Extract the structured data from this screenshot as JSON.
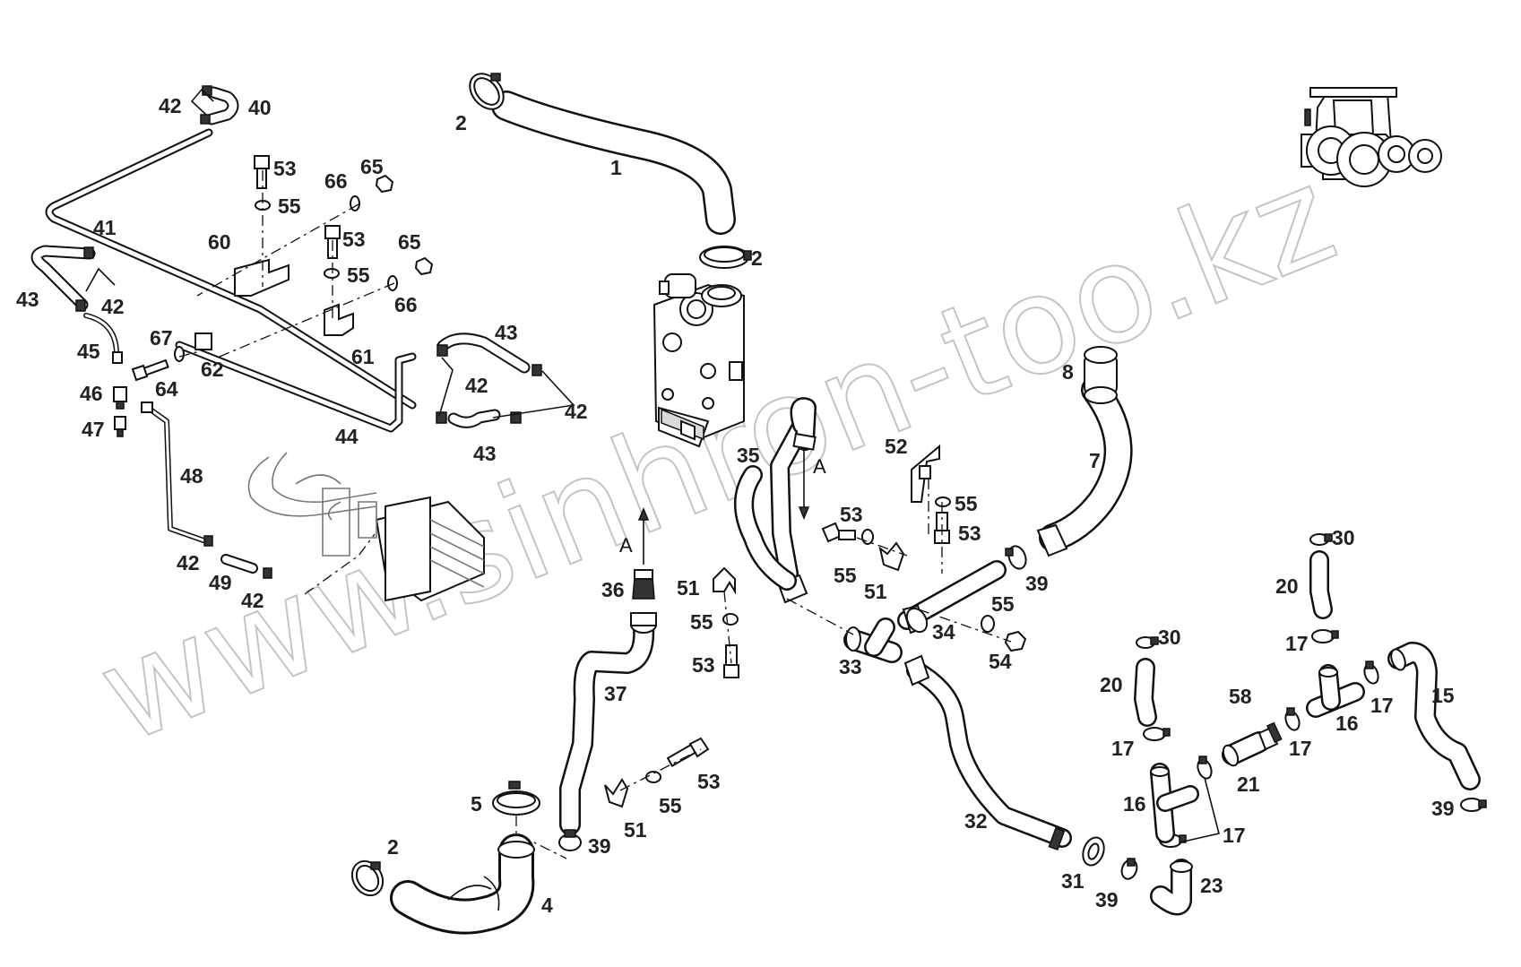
{
  "labels": [
    {
      "key": "l42a",
      "text": "42"
    },
    {
      "key": "l40",
      "text": "40"
    },
    {
      "key": "l53a",
      "text": "53"
    },
    {
      "key": "l55a",
      "text": "55"
    },
    {
      "key": "l66a",
      "text": "66"
    },
    {
      "key": "l65a",
      "text": "65"
    },
    {
      "key": "l53b",
      "text": "53"
    },
    {
      "key": "l55b",
      "text": "55"
    },
    {
      "key": "l65b",
      "text": "65"
    },
    {
      "key": "l66b",
      "text": "66"
    },
    {
      "key": "l41",
      "text": "41"
    },
    {
      "key": "l60",
      "text": "60"
    },
    {
      "key": "l61",
      "text": "61"
    },
    {
      "key": "l43a",
      "text": "43"
    },
    {
      "key": "l42b",
      "text": "42"
    },
    {
      "key": "l45",
      "text": "45"
    },
    {
      "key": "l67",
      "text": "67"
    },
    {
      "key": "l62",
      "text": "62"
    },
    {
      "key": "l46",
      "text": "46"
    },
    {
      "key": "l64",
      "text": "64"
    },
    {
      "key": "l47",
      "text": "47"
    },
    {
      "key": "l43b",
      "text": "43"
    },
    {
      "key": "l42c",
      "text": "42"
    },
    {
      "key": "l42d",
      "text": "42"
    },
    {
      "key": "l44",
      "text": "44"
    },
    {
      "key": "l43c",
      "text": "43"
    },
    {
      "key": "l48",
      "text": "48"
    },
    {
      "key": "l42e",
      "text": "42"
    },
    {
      "key": "l49",
      "text": "49"
    },
    {
      "key": "l42f",
      "text": "42"
    },
    {
      "key": "l2a",
      "text": "2"
    },
    {
      "key": "l1",
      "text": "1"
    },
    {
      "key": "l2b",
      "text": "2"
    },
    {
      "key": "l35",
      "text": "35"
    },
    {
      "key": "l52",
      "text": "52"
    },
    {
      "key": "l8",
      "text": "8"
    },
    {
      "key": "l7",
      "text": "7"
    },
    {
      "key": "l53c",
      "text": "53"
    },
    {
      "key": "l55c",
      "text": "55"
    },
    {
      "key": "l53d",
      "text": "53"
    },
    {
      "key": "l55d",
      "text": "55"
    },
    {
      "key": "l51a",
      "text": "51"
    },
    {
      "key": "l39a",
      "text": "39"
    },
    {
      "key": "l36",
      "text": "36"
    },
    {
      "key": "l51b",
      "text": "51"
    },
    {
      "key": "l55e",
      "text": "55"
    },
    {
      "key": "l53e",
      "text": "53"
    },
    {
      "key": "l34",
      "text": "34"
    },
    {
      "key": "l55f",
      "text": "55"
    },
    {
      "key": "l54",
      "text": "54"
    },
    {
      "key": "l33",
      "text": "33"
    },
    {
      "key": "l37",
      "text": "37"
    },
    {
      "key": "l53f",
      "text": "53"
    },
    {
      "key": "l55g",
      "text": "55"
    },
    {
      "key": "l5",
      "text": "5"
    },
    {
      "key": "l51c",
      "text": "51"
    },
    {
      "key": "l39b",
      "text": "39"
    },
    {
      "key": "l2c",
      "text": "2"
    },
    {
      "key": "l4",
      "text": "4"
    },
    {
      "key": "l32",
      "text": "32"
    },
    {
      "key": "l31",
      "text": "31"
    },
    {
      "key": "l39c",
      "text": "39"
    },
    {
      "key": "l30a",
      "text": "30"
    },
    {
      "key": "l20a",
      "text": "20"
    },
    {
      "key": "l30b",
      "text": "30"
    },
    {
      "key": "l20b",
      "text": "20"
    },
    {
      "key": "l17a",
      "text": "17"
    },
    {
      "key": "l58",
      "text": "58"
    },
    {
      "key": "l17b",
      "text": "17"
    },
    {
      "key": "l16a",
      "text": "16"
    },
    {
      "key": "l17c",
      "text": "17"
    },
    {
      "key": "l15",
      "text": "15"
    },
    {
      "key": "l17d",
      "text": "17"
    },
    {
      "key": "l21",
      "text": "21"
    },
    {
      "key": "l16b",
      "text": "16"
    },
    {
      "key": "l17e",
      "text": "17"
    },
    {
      "key": "l23",
      "text": "23"
    },
    {
      "key": "l39d",
      "text": "39"
    }
  ],
  "view_markers": [
    {
      "key": "arrowA1",
      "text": "A"
    },
    {
      "key": "arrowA2",
      "text": "A"
    }
  ],
  "watermark": {
    "text": "www.sinhron-too.kz"
  },
  "icons": {
    "tractor": "tractor-icon"
  }
}
